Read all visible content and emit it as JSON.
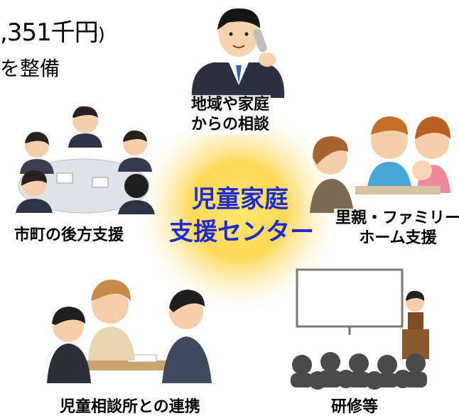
{
  "header": {
    "budget_text": ",351千円",
    "budget_paren": ")",
    "subtitle": "を整備"
  },
  "center": {
    "line1": "児童家庭",
    "line2": "支援センター"
  },
  "nodes": {
    "consultation": [
      "地域や家庭",
      "からの相談"
    ],
    "municipal_support": "市町の後方支援",
    "foster_support": [
      "里親・ファミリー",
      "ホーム支援"
    ],
    "child_guidance": "児童相談所との連携",
    "training": "研修等"
  },
  "colors": {
    "center_glow": "#ffd23a",
    "center_text": "#1d2bd6"
  }
}
